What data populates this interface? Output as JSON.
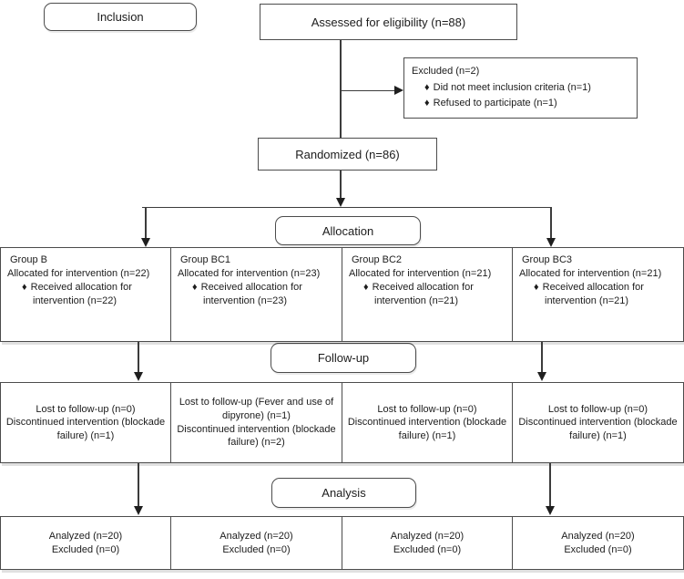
{
  "stages": {
    "inclusion": "Inclusion",
    "allocation": "Allocation",
    "followup": "Follow-up",
    "analysis": "Analysis"
  },
  "bullet_glyph": "♦",
  "eligibility_text": "Assessed for eligibility (n=88)",
  "excluded": {
    "title": "Excluded (n=2)",
    "items": [
      "Did not meet inclusion criteria (n=1)",
      "Refused to participate (n=1)"
    ]
  },
  "randomized_text": "Randomized (n=86)",
  "groups": [
    {
      "name": "Group B",
      "allocated": "Allocated for intervention (n=22)",
      "received": "Received allocation for intervention (n=22)"
    },
    {
      "name": "Group BC1",
      "allocated": "Allocated for intervention (n=23)",
      "received": "Received allocation for intervention (n=23)"
    },
    {
      "name": "Group BC2",
      "allocated": "Allocated for intervention (n=21)",
      "received": "Received allocation for intervention (n=21)"
    },
    {
      "name": "Group BC3",
      "allocated": "Allocated for intervention (n=21)",
      "received": "Received allocation for intervention (n=21)"
    }
  ],
  "followup_boxes": [
    {
      "lost": "Lost to follow-up (n=0)",
      "discontinued": "Discontinued intervention (blockade failure) (n=1)"
    },
    {
      "lost": "Lost to follow-up (Fever and use of dipyrone) (n=1)",
      "discontinued": "Discontinued intervention (blockade failure) (n=2)"
    },
    {
      "lost": "Lost to follow-up (n=0)",
      "discontinued": "Discontinued intervention (blockade failure) (n=1)"
    },
    {
      "lost": "Lost to follow-up (n=0)",
      "discontinued": "Discontinued intervention (blockade failure) (n=1)"
    }
  ],
  "analysis_boxes": [
    {
      "analyzed": "Analyzed (n=20)",
      "excluded": "Excluded (n=0)"
    },
    {
      "analyzed": "Analyzed (n=20)",
      "excluded": "Excluded (n=0)"
    },
    {
      "analyzed": "Analyzed (n=20)",
      "excluded": "Excluded (n=0)"
    },
    {
      "analyzed": "Analyzed (n=20)",
      "excluded": "Excluded (n=0)"
    }
  ],
  "colors": {
    "border": "#4c4c4c",
    "line": "#3c3c3c",
    "arrow": "#1f1f1f",
    "background": "#ffffff"
  }
}
